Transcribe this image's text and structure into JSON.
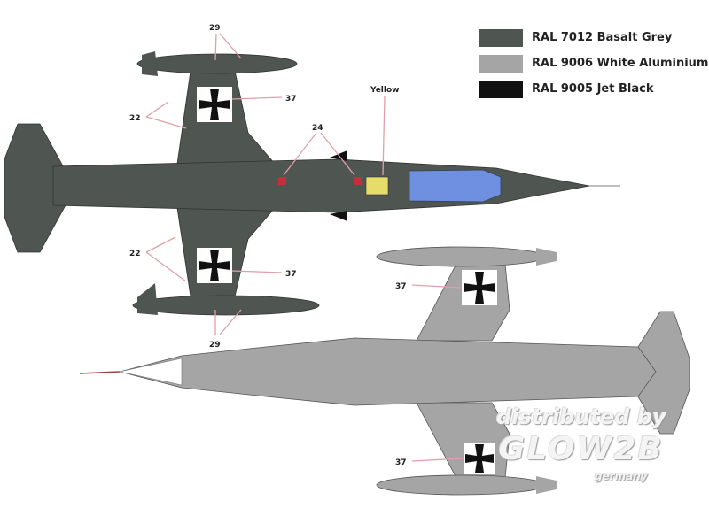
{
  "legend": [
    {
      "label": "RAL 7012 Basalt Grey",
      "color": "#4f5551"
    },
    {
      "label": "RAL 9006 White Aluminium",
      "color": "#a5a5a5"
    },
    {
      "label": "RAL 9005 Jet Black",
      "color": "#111111"
    }
  ],
  "callouts": {
    "c29_top": "29",
    "c37_top": "37",
    "c22_top": "22",
    "c24": "24",
    "yellow": "Yellow",
    "c22_bottom": "22",
    "c37_mid": "37",
    "c29_bottom": "29",
    "c37_lower_top": "37",
    "c37_lower_bottom": "37"
  },
  "watermark": {
    "line1": "distributed by",
    "line2": "GLOW2B",
    "line3": "germany"
  },
  "colors": {
    "basalt": "#4f5551",
    "aluminium": "#a5a5a5",
    "black": "#111111",
    "canopy": "#6f8fe0",
    "yellow": "#e6dc6a",
    "callout_line": "#e0a0a8",
    "red": "#c0303a"
  }
}
